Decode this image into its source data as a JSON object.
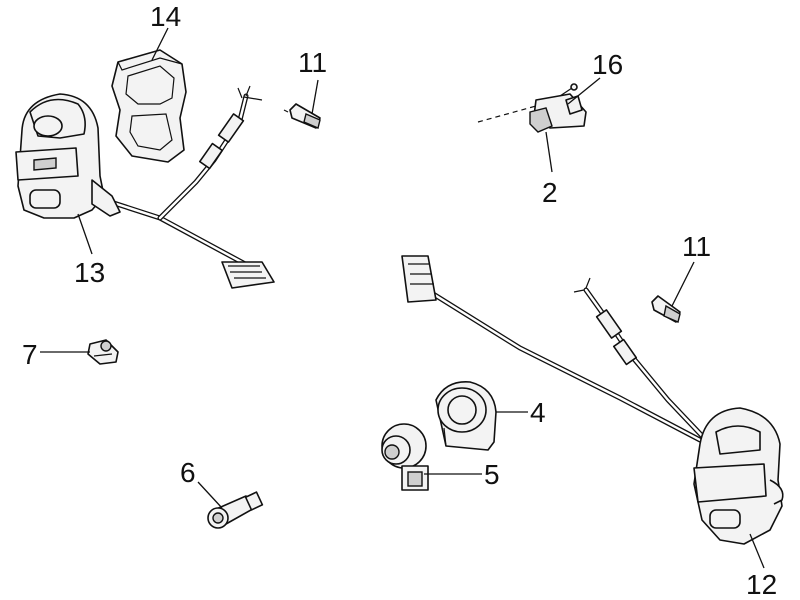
{
  "labels": {
    "p14": "14",
    "p11a": "11",
    "p16": "16",
    "p2": "2",
    "p13": "13",
    "p11b": "11",
    "p7": "7",
    "p4": "4",
    "p5": "5",
    "p6": "6",
    "p12": "12"
  }
}
